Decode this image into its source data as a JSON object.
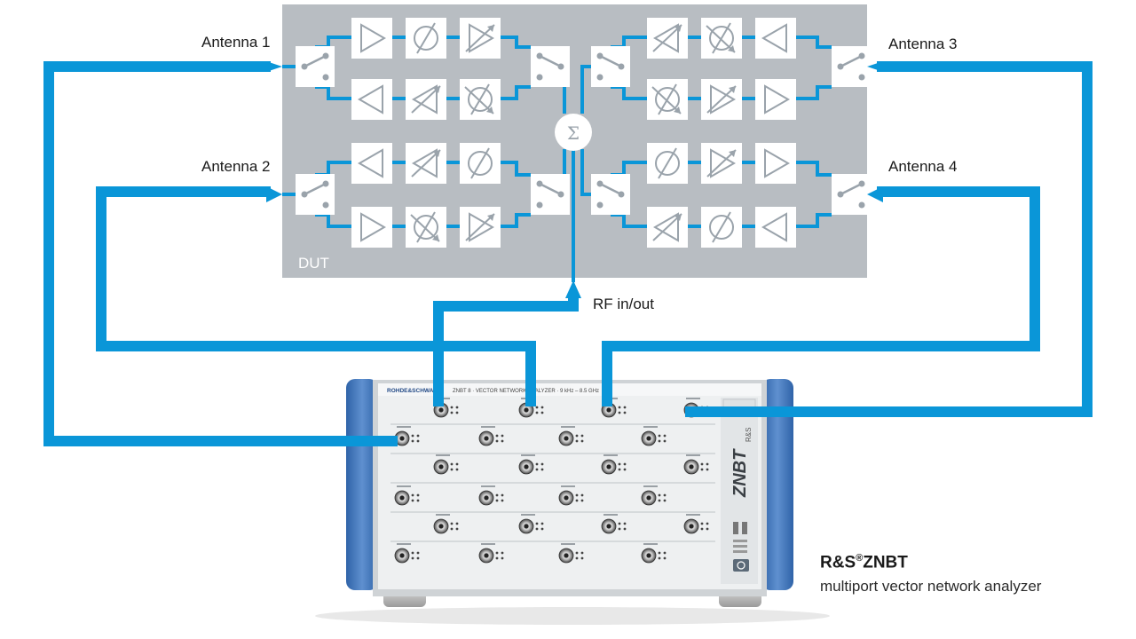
{
  "diagram": {
    "dut_label": "DUT",
    "sum_symbol": "Σ",
    "rf_label": "RF in/out",
    "antennas": [
      "Antenna 1",
      "Antenna 2",
      "Antenna 3",
      "Antenna 4"
    ],
    "cable_color": "#0a96d8",
    "dut_color": "#b8bdc2"
  },
  "instrument": {
    "brand": "ROHDE&SCHWARZ",
    "header": "ZNBT 8 · VECTOR NETWORK ANALYZER · 9 kHz – 8.5 GHz",
    "side_logo": "ZNBT",
    "side_rs": "R&S"
  },
  "product": {
    "name_prefix": "R&S",
    "name_reg": "®",
    "name_suffix": "ZNBT",
    "description": "multiport vector network analyzer"
  }
}
